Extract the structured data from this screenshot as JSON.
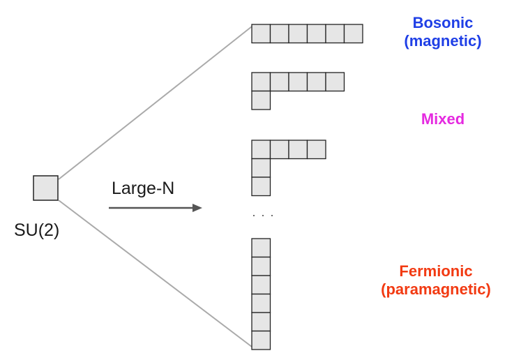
{
  "labels": {
    "su2": "SU(2)",
    "large_n": "Large-N",
    "ellipsis": "· · ·"
  },
  "categories": {
    "bosonic": {
      "line1": "Bosonic",
      "line2": "(magnetic)",
      "color": "#1f3fe6"
    },
    "mixed": {
      "line1": "Mixed",
      "color": "#e52ae0"
    },
    "fermionic": {
      "line1": "Fermionic",
      "line2": "(paramagnetic)",
      "color": "#f23a12"
    }
  },
  "colors": {
    "box_fill": "#e6e6e6",
    "box_stroke": "#222222",
    "fan_line": "#aaaaaa",
    "arrow": "#555555"
  },
  "young_diagrams": [
    {
      "first_row": 6,
      "column": 1
    },
    {
      "first_row": 5,
      "column": 2
    },
    {
      "first_row": 4,
      "column": 3
    },
    {
      "first_row": 1,
      "column": 6
    }
  ]
}
